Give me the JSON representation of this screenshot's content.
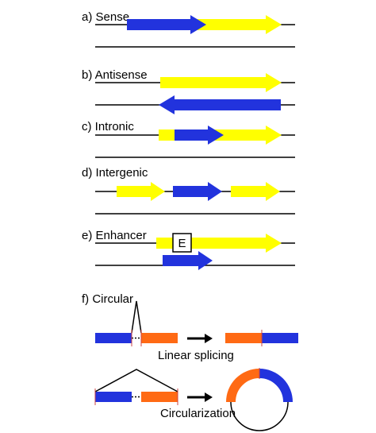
{
  "colors": {
    "blue": "#2233dd",
    "yellow": "#ffff00",
    "orange": "#ff6a14",
    "line": "#000000"
  },
  "panels": {
    "sense": {
      "label": "a) Sense"
    },
    "antisense": {
      "label": "b) Antisense"
    },
    "intronic": {
      "label": "c) Intronic"
    },
    "intergenic": {
      "label": "d) Intergenic"
    },
    "enhancer": {
      "label": "e) Enhancer",
      "box_label": "E"
    },
    "circular": {
      "label": "f) Circular",
      "linear_label": "Linear splicing",
      "circ_label": "Circularization"
    }
  }
}
